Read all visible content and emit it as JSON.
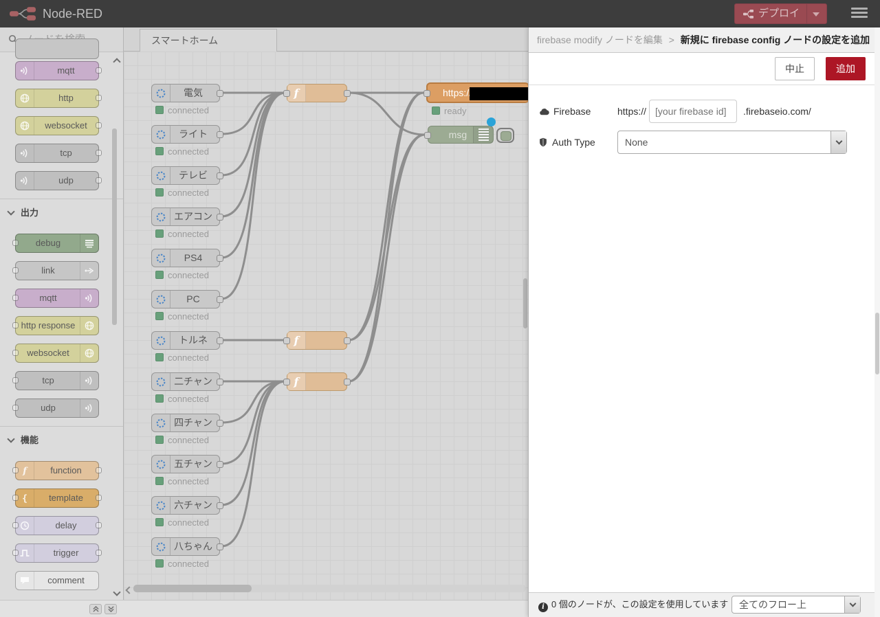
{
  "header": {
    "title": "Node-RED",
    "deploy_label": "デプロイ",
    "deploy_bg": "#9a4a52"
  },
  "palette": {
    "search_placeholder": "ノードを検索",
    "sections": [
      {
        "label": "",
        "nodes": [
          {
            "label": "mqtt",
            "color": "#c8aecb",
            "icon": "wifi-icon",
            "iconSide": "left",
            "ports": "right"
          },
          {
            "label": "http",
            "color": "#d3d19c",
            "icon": "globe-icon",
            "iconSide": "left",
            "ports": "right"
          },
          {
            "label": "websocket",
            "color": "#d3d19c",
            "icon": "globe-icon",
            "iconSide": "left",
            "ports": "right"
          },
          {
            "label": "tcp",
            "color": "#bfbfbf",
            "icon": "wifi-icon",
            "iconSide": "left",
            "ports": "right"
          },
          {
            "label": "udp",
            "color": "#bfbfbf",
            "icon": "wifi-icon",
            "iconSide": "left",
            "ports": "right"
          }
        ]
      },
      {
        "label": "出力",
        "nodes": [
          {
            "label": "debug",
            "color": "#92a98c",
            "icon": "debug-lines-icon",
            "iconSide": "right",
            "ports": "left"
          },
          {
            "label": "link",
            "color": "#c6c6c6",
            "icon": "link-arrow-icon",
            "iconSide": "right",
            "ports": "left"
          },
          {
            "label": "mqtt",
            "color": "#c8aecb",
            "icon": "wifi-icon",
            "iconSide": "right",
            "ports": "left"
          },
          {
            "label": "http response",
            "color": "#d3d19c",
            "icon": "globe-icon",
            "iconSide": "right",
            "ports": "left"
          },
          {
            "label": "websocket",
            "color": "#d3d19c",
            "icon": "globe-icon",
            "iconSide": "right",
            "ports": "left"
          },
          {
            "label": "tcp",
            "color": "#bfbfbf",
            "icon": "wifi-icon",
            "iconSide": "right",
            "ports": "left"
          },
          {
            "label": "udp",
            "color": "#bfbfbf",
            "icon": "wifi-icon",
            "iconSide": "right",
            "ports": "left"
          }
        ]
      },
      {
        "label": "機能",
        "nodes": [
          {
            "label": "function",
            "color": "#e2c29c",
            "icon": "function-icon",
            "iconSide": "left",
            "ports": "both"
          },
          {
            "label": "template",
            "color": "#d9ad69",
            "icon": "brace-icon",
            "iconSide": "left",
            "ports": "both"
          },
          {
            "label": "delay",
            "color": "#d2cede",
            "icon": "clock-icon",
            "iconSide": "left",
            "ports": "both"
          },
          {
            "label": "trigger",
            "color": "#d2cede",
            "icon": "pulse-icon",
            "iconSide": "left",
            "ports": "both"
          },
          {
            "label": "comment",
            "color": "#e6e6e6",
            "icon": "comment-icon",
            "iconSide": "left",
            "ports": "none"
          }
        ]
      }
    ]
  },
  "workspace": {
    "tab": "スマートホーム",
    "devices": [
      {
        "label": "電気",
        "status": "connected"
      },
      {
        "label": "ライト",
        "status": "connected"
      },
      {
        "label": "テレビ",
        "status": "connected"
      },
      {
        "label": "エアコン",
        "status": "connected"
      },
      {
        "label": "PS4",
        "status": "connected"
      },
      {
        "label": "PC",
        "status": "connected"
      },
      {
        "label": "トルネ",
        "status": "connected"
      },
      {
        "label": "二チャン",
        "status": "connected"
      },
      {
        "label": "四チャン",
        "status": "connected"
      },
      {
        "label": "五チャン",
        "status": "connected"
      },
      {
        "label": "六チャン",
        "status": "connected"
      },
      {
        "label": "八ちゃん",
        "status": "connected"
      }
    ],
    "function_nodes": [
      {
        "icon": "f"
      },
      {
        "icon": "f"
      },
      {
        "icon": "f"
      }
    ],
    "https_node": {
      "label": "https://",
      "status": "ready",
      "censored": true
    },
    "debug_node": {
      "label": "msg"
    },
    "connections": [
      [
        "d0",
        "f0"
      ],
      [
        "d1",
        "f0"
      ],
      [
        "d2",
        "f0"
      ],
      [
        "d3",
        "f0"
      ],
      [
        "d4",
        "f0"
      ],
      [
        "d5",
        "f0"
      ],
      [
        "d6",
        "f1"
      ],
      [
        "d7",
        "f2"
      ],
      [
        "d8",
        "f2"
      ],
      [
        "d9",
        "f2"
      ],
      [
        "d10",
        "f2"
      ],
      [
        "d11",
        "f2"
      ],
      [
        "f0",
        "https"
      ],
      [
        "f0",
        "msg"
      ],
      [
        "f1",
        "https"
      ],
      [
        "f1",
        "msg"
      ],
      [
        "f2",
        "https"
      ],
      [
        "f2",
        "msg"
      ]
    ]
  },
  "tray": {
    "breadcrumb": {
      "prefix": "firebase modify ノードを編集",
      "separator": ">",
      "title": "新規に firebase config ノードの設定を追加"
    },
    "cancel_label": "中止",
    "add_label": "追加",
    "add_bg": "#AD1625",
    "fields": {
      "firebase": {
        "label": "Firebase",
        "icon": "cloud-icon",
        "prefix": "https://",
        "placeholder": "[your firebase id]",
        "suffix": ".firebaseio.com/"
      },
      "auth": {
        "label": "Auth Type",
        "icon": "shield-icon",
        "value": "None"
      }
    },
    "footer": {
      "usage_text": "0 個のノードが、この設定を使用しています",
      "scope_value": "全てのフロー上"
    }
  }
}
